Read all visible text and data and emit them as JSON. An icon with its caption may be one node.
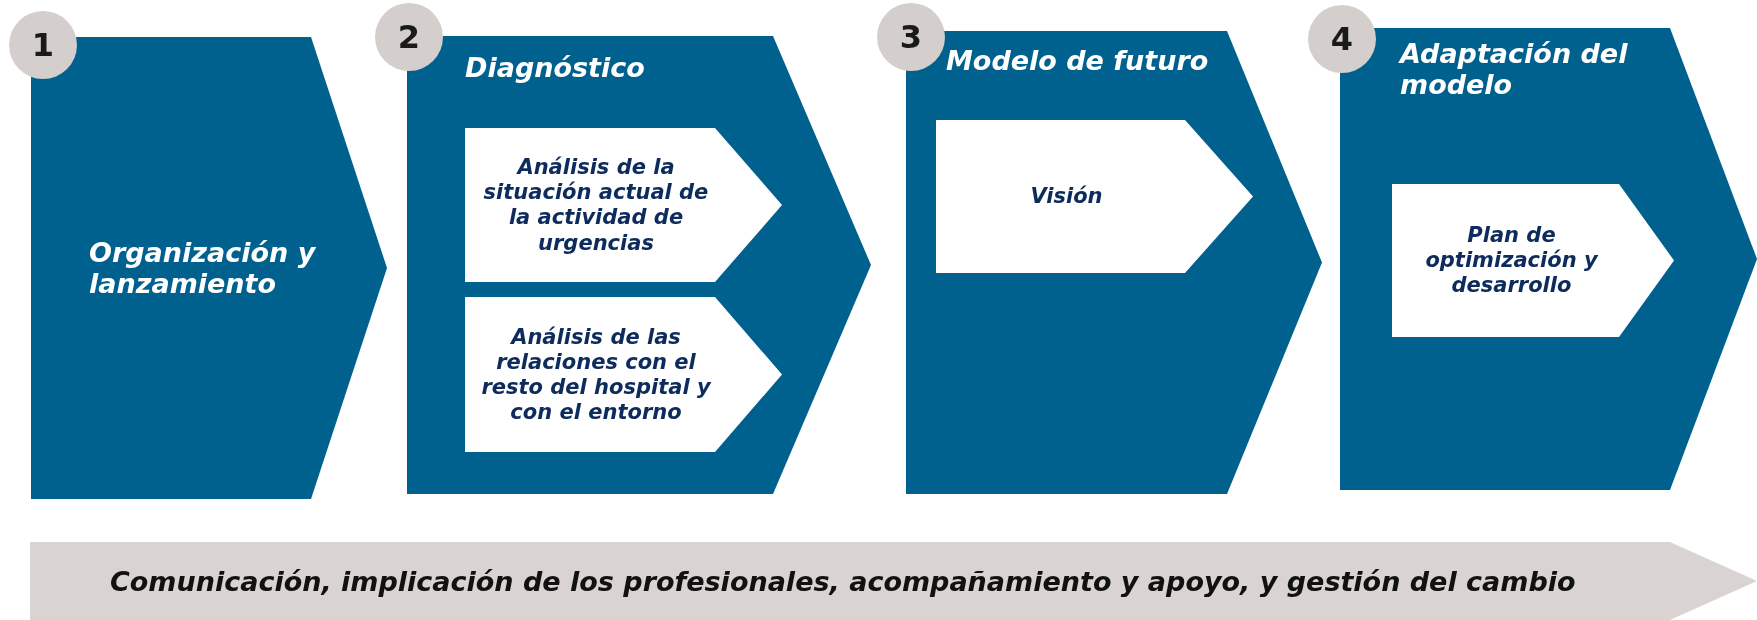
{
  "diagram": {
    "nodes": [
      {
        "text": [
          "1"
        ]
      },
      {
        "text": [
          "Organización y lanzamiento"
        ]
      },
      {
        "text": [
          "2"
        ]
      },
      {
        "text": [
          "Diagnóstico"
        ]
      },
      {
        "text": [
          "Análisis de la situación actual de la actividad de urgencias"
        ],
        "in": 3
      },
      {
        "text": [
          "Análisis de las relaciones con el resto del hospital y con el entorno"
        ],
        "in": 3
      },
      {
        "text": [
          "3"
        ]
      },
      {
        "text": [
          "Modelo de futuro"
        ]
      },
      {
        "text": [
          "Visión"
        ],
        "in": 7
      },
      {
        "text": [
          "4"
        ]
      },
      {
        "text": [
          "Adaptación del modelo"
        ]
      },
      {
        "text": [
          "Plan de optimización y desarrollo"
        ],
        "in": 10
      },
      {
        "text": [
          "Comunicación, implicación de los profesionales, acompañamiento y apoyo, y gestión del cambio"
        ]
      }
    ]
  }
}
